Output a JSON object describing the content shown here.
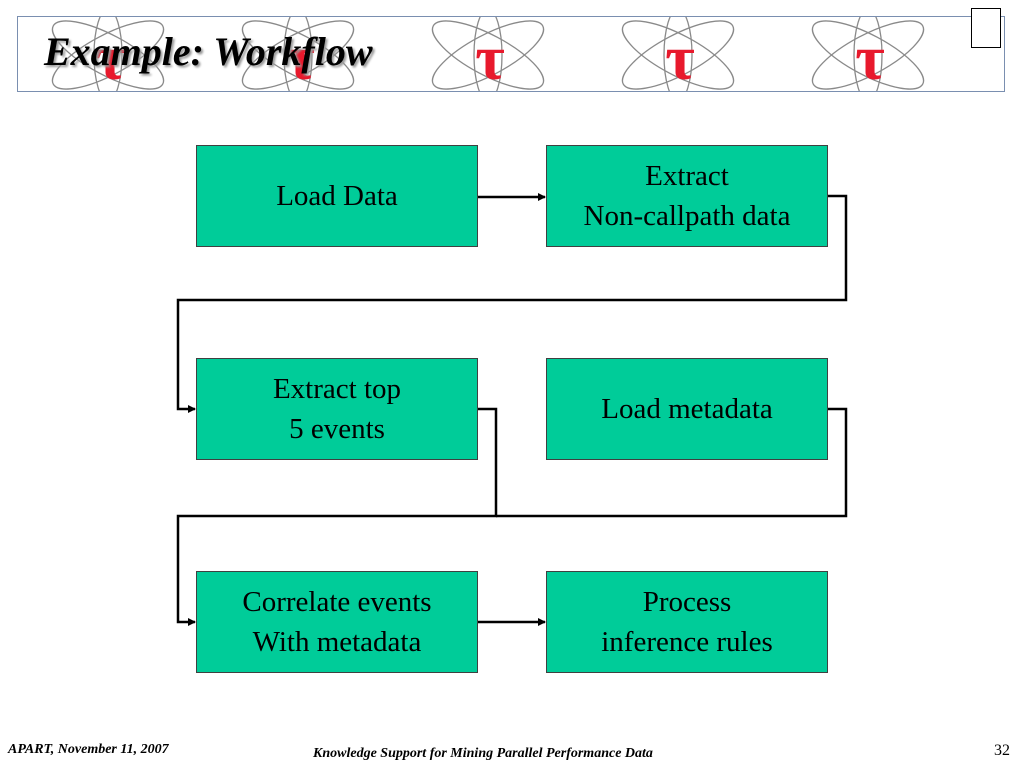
{
  "header": {
    "title": "Example: Workflow",
    "logo_glyph": "τ",
    "logo_color": "#e8192c"
  },
  "diagram": {
    "box_color": "#00cc99",
    "nodes": [
      {
        "id": "load-data",
        "lines": [
          "Load Data"
        ]
      },
      {
        "id": "extract-non-callpath",
        "lines": [
          "Extract",
          "Non-callpath data"
        ]
      },
      {
        "id": "extract-top-events",
        "lines": [
          "Extract top",
          "5 events"
        ]
      },
      {
        "id": "load-metadata",
        "lines": [
          "Load metadata"
        ]
      },
      {
        "id": "correlate-events",
        "lines": [
          "Correlate events",
          "With metadata"
        ]
      },
      {
        "id": "process-inference",
        "lines": [
          "Process",
          "inference rules"
        ]
      }
    ],
    "edges": [
      {
        "from": "load-data",
        "to": "extract-non-callpath"
      },
      {
        "from": "extract-non-callpath",
        "to": "extract-top-events"
      },
      {
        "from": "extract-top-events",
        "to": "correlate-events"
      },
      {
        "from": "load-metadata",
        "to": "correlate-events"
      },
      {
        "from": "correlate-events",
        "to": "process-inference"
      }
    ]
  },
  "footer": {
    "left": "APART, November 11, 2007",
    "center": "Knowledge Support for Mining Parallel Performance Data",
    "page": "32"
  }
}
